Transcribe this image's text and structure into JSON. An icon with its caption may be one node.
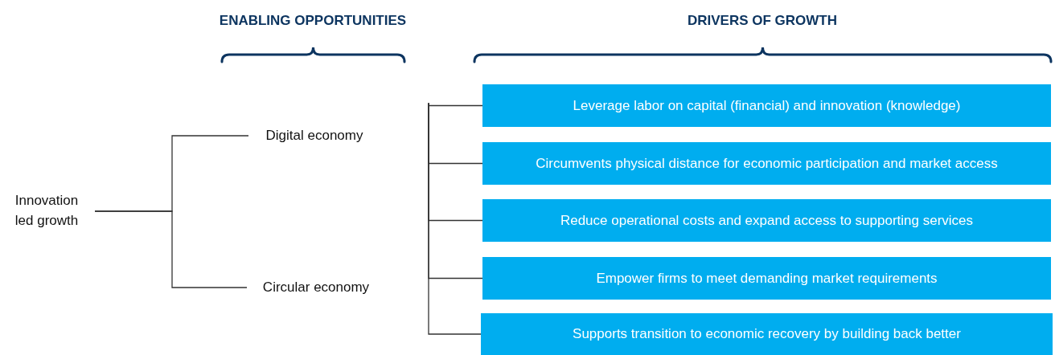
{
  "diagram": {
    "nodes": [
      {
        "text": [
          "Innovation led growth"
        ]
      },
      {
        "text": [
          "Digital economy"
        ]
      },
      {
        "text": [
          "Circular economy"
        ]
      },
      {
        "text": [
          "Leverage labor on capital (financial) and innovation (knowledge)"
        ]
      },
      {
        "text": [
          "Circumvents physical distance for economic participation and market access"
        ]
      },
      {
        "text": [
          "Reduce operational costs and expand access to supporting services"
        ]
      },
      {
        "text": [
          "Empower firms to meet demanding market requirements"
        ]
      },
      {
        "text": [
          "Supports transition to economic recovery by building back better"
        ]
      }
    ],
    "edges": [
      {
        "from": 0,
        "to": 1,
        "arrow": "none"
      },
      {
        "from": 0,
        "to": 2,
        "arrow": "none"
      },
      {
        "from": null,
        "to": 3,
        "arrow": "none"
      },
      {
        "from": null,
        "to": 4,
        "arrow": "none"
      },
      {
        "from": null,
        "to": 5,
        "arrow": "none"
      },
      {
        "from": null,
        "to": 6,
        "arrow": "none"
      },
      {
        "from": null,
        "to": 7,
        "arrow": "none"
      }
    ],
    "labels": [
      "ENABLING OPPORTUNITIES",
      "DRIVERS OF GROWTH"
    ]
  }
}
